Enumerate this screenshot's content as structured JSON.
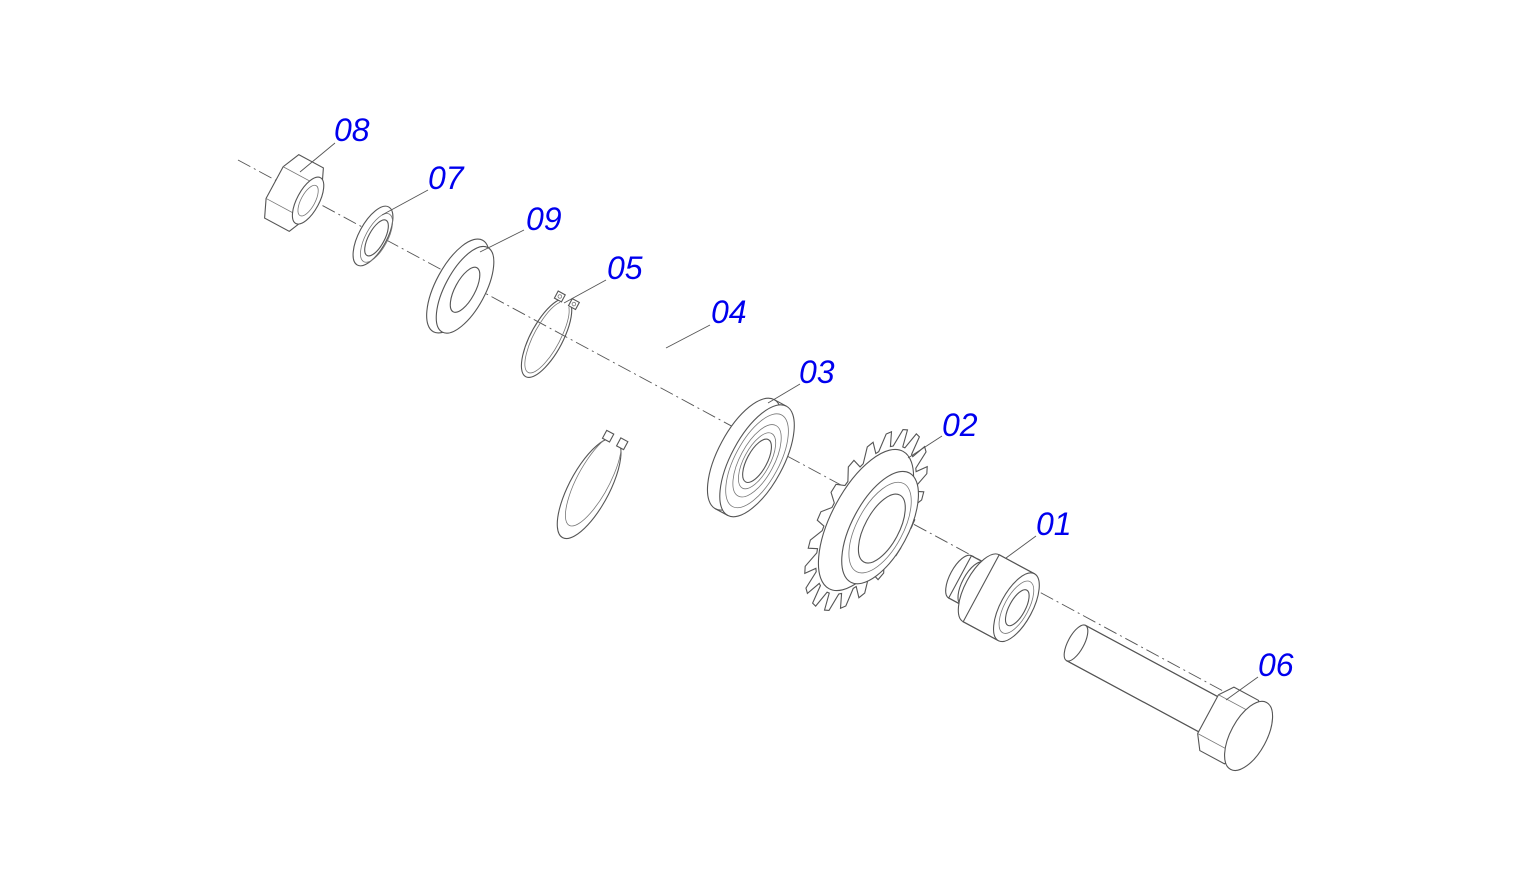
{
  "diagram": {
    "label_color": "#0000ee",
    "line_color": "#555555",
    "parts": [
      {
        "id": "08",
        "label": "08",
        "icon": "hex-nut-icon"
      },
      {
        "id": "07",
        "label": "07",
        "icon": "spring-washer-icon"
      },
      {
        "id": "09",
        "label": "09",
        "icon": "flat-washer-icon"
      },
      {
        "id": "05",
        "label": "05",
        "icon": "external-circlip-icon"
      },
      {
        "id": "04",
        "label": "04",
        "icon": "internal-circlip-icon"
      },
      {
        "id": "03",
        "label": "03",
        "icon": "ball-bearing-icon"
      },
      {
        "id": "02",
        "label": "02",
        "icon": "sprocket-icon"
      },
      {
        "id": "01",
        "label": "01",
        "icon": "spacer-bushing-icon"
      },
      {
        "id": "06",
        "label": "06",
        "icon": "hex-bolt-icon"
      }
    ]
  }
}
